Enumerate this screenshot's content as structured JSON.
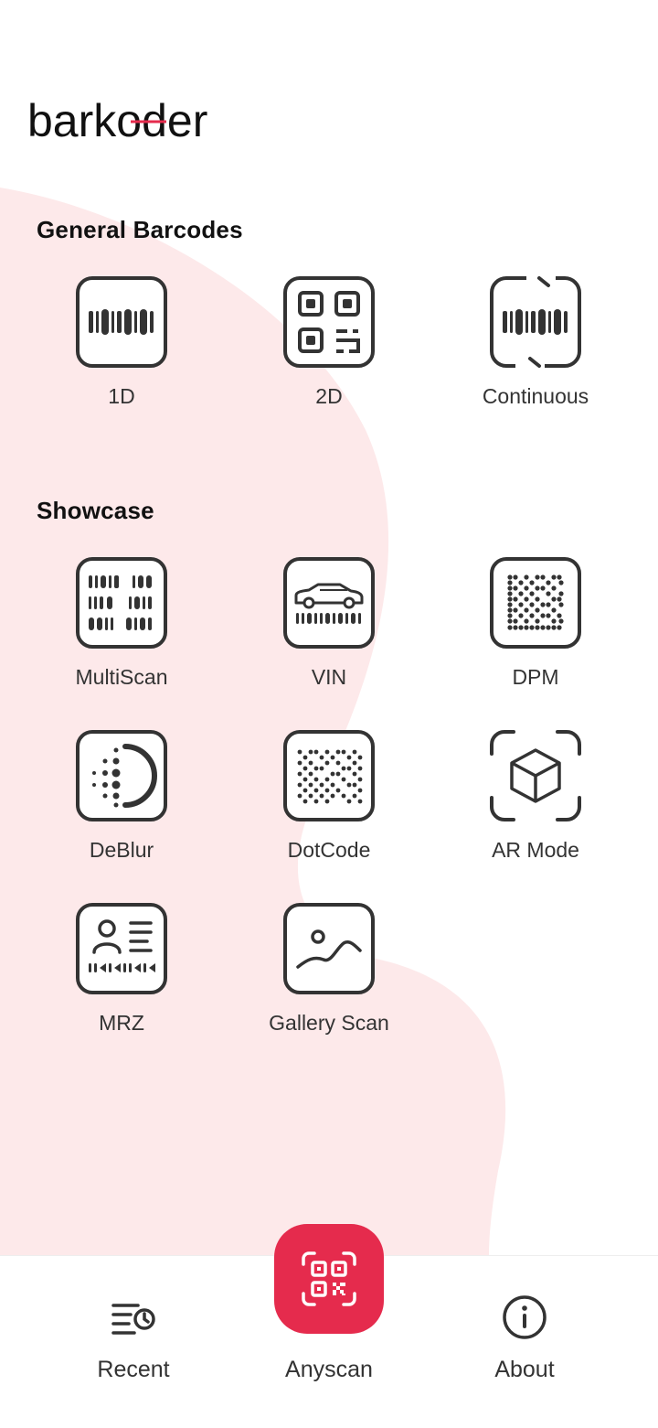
{
  "app": {
    "logo_text": "barkoder"
  },
  "colors": {
    "accent": "#e52b4d",
    "blob": "#fde9ea",
    "icon_stroke": "#333333"
  },
  "sections": {
    "general": {
      "title": "General Barcodes",
      "items": [
        {
          "label": "1D",
          "icon": "barcode-1d-icon"
        },
        {
          "label": "2D",
          "icon": "qr-code-icon"
        },
        {
          "label": "Continuous",
          "icon": "continuous-scan-icon"
        }
      ]
    },
    "showcase": {
      "title": "Showcase",
      "items": [
        {
          "label": "MultiScan",
          "icon": "multiscan-icon"
        },
        {
          "label": "VIN",
          "icon": "vin-car-icon"
        },
        {
          "label": "DPM",
          "icon": "dpm-matrix-icon"
        },
        {
          "label": "DeBlur",
          "icon": "deblur-icon"
        },
        {
          "label": "DotCode",
          "icon": "dotcode-icon"
        },
        {
          "label": "AR Mode",
          "icon": "ar-cube-icon"
        },
        {
          "label": "MRZ",
          "icon": "mrz-id-icon"
        },
        {
          "label": "Gallery Scan",
          "icon": "gallery-image-icon"
        }
      ]
    }
  },
  "bottom_nav": {
    "recent": {
      "label": "Recent",
      "icon": "recent-history-icon"
    },
    "anyscan": {
      "label": "Anyscan",
      "icon": "scan-qr-icon"
    },
    "about": {
      "label": "About",
      "icon": "info-icon"
    }
  }
}
